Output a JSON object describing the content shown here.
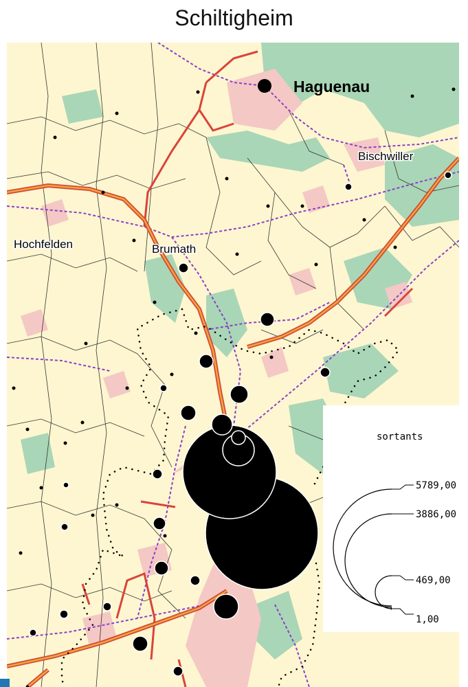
{
  "title": "Schiltigheim",
  "places": {
    "haguenau": "Haguenau",
    "bischwiller": "Bischwiller",
    "hochfelden": "Hochfelden",
    "brumath": "Brumath"
  },
  "legend": {
    "title": "sortants",
    "values": [
      "5789,00",
      "3886,00",
      "469,00",
      "1,00"
    ]
  },
  "colors": {
    "land": "#fdf6d0",
    "forest": "#a9d6b6",
    "urban": "#f4c8c4",
    "road": "#d8443a",
    "motorway_fill": "#e9a93a",
    "rail": "#8a3fc9",
    "flow": "#000000"
  }
}
